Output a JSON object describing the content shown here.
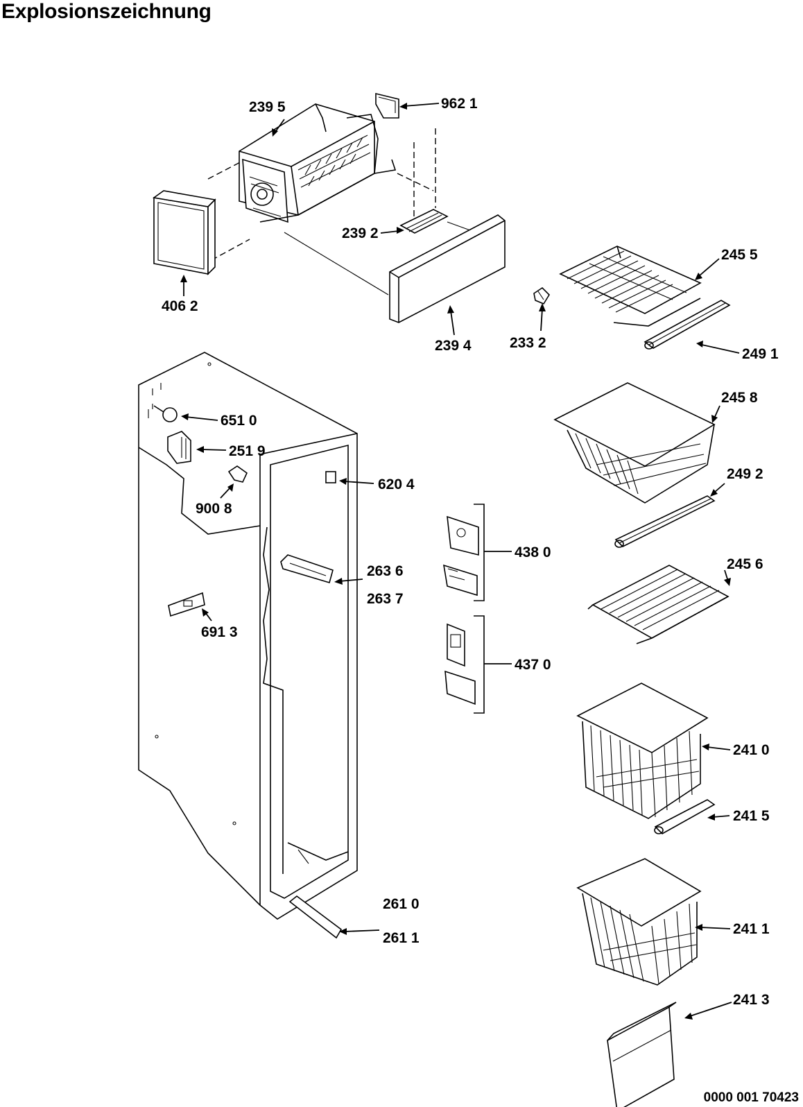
{
  "title": "Explosionszeichnung",
  "document_number": "0000 001 70423",
  "parts": [
    {
      "id": "239 5",
      "label": "239 5"
    },
    {
      "id": "962 1",
      "label": "962 1"
    },
    {
      "id": "239 2",
      "label": "239 2"
    },
    {
      "id": "406 2",
      "label": "406 2"
    },
    {
      "id": "239 4",
      "label": "239 4"
    },
    {
      "id": "245 5",
      "label": "245 5"
    },
    {
      "id": "233 2",
      "label": "233 2"
    },
    {
      "id": "249 1",
      "label": "249 1"
    },
    {
      "id": "651 0",
      "label": "651 0"
    },
    {
      "id": "251 9",
      "label": "251 9"
    },
    {
      "id": "620 4",
      "label": "620 4"
    },
    {
      "id": "900 8",
      "label": "900 8"
    },
    {
      "id": "245 8",
      "label": "245 8"
    },
    {
      "id": "249 2",
      "label": "249 2"
    },
    {
      "id": "438 0",
      "label": "438 0"
    },
    {
      "id": "263 6",
      "label": "263 6"
    },
    {
      "id": "263 7",
      "label": "263 7"
    },
    {
      "id": "245 6",
      "label": "245 6"
    },
    {
      "id": "691 3",
      "label": "691 3"
    },
    {
      "id": "437 0",
      "label": "437 0"
    },
    {
      "id": "241 0",
      "label": "241 0"
    },
    {
      "id": "241 5",
      "label": "241 5"
    },
    {
      "id": "261 0",
      "label": "261 0"
    },
    {
      "id": "261 1",
      "label": "261 1"
    },
    {
      "id": "241 1",
      "label": "241 1"
    },
    {
      "id": "241 3",
      "label": "241 3"
    }
  ]
}
